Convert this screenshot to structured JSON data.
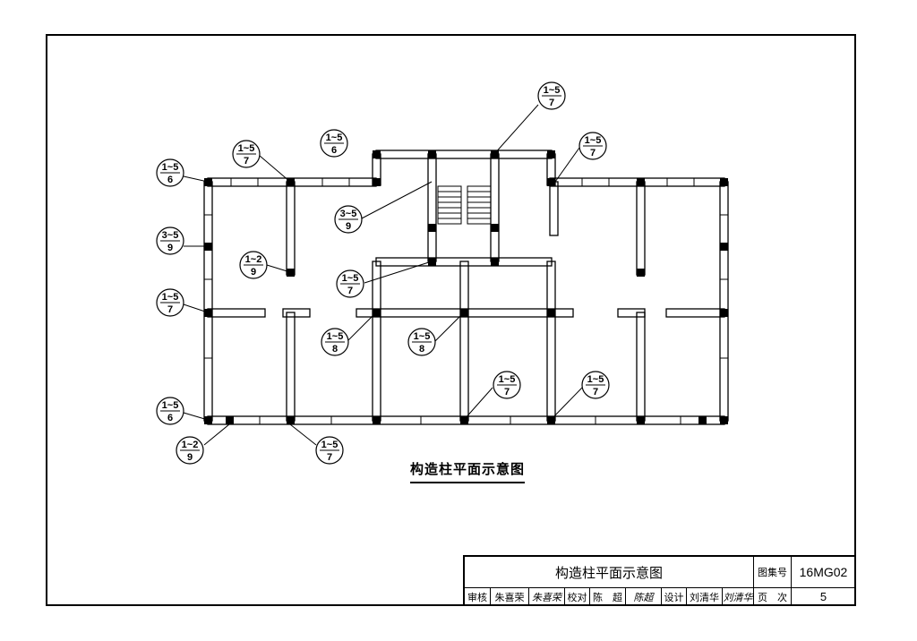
{
  "drawing_title": "构造柱平面示意图",
  "callouts": [
    {
      "id": "c1",
      "top": "1~5",
      "bottom": "7"
    },
    {
      "id": "c2",
      "top": "1~5",
      "bottom": "6"
    },
    {
      "id": "c3",
      "top": "1~5",
      "bottom": "7"
    },
    {
      "id": "c4",
      "top": "1~5",
      "bottom": "7"
    },
    {
      "id": "c5",
      "top": "1~5",
      "bottom": "6"
    },
    {
      "id": "c6",
      "top": "3~5",
      "bottom": "9"
    },
    {
      "id": "c7",
      "top": "3~5",
      "bottom": "9"
    },
    {
      "id": "c8",
      "top": "1~2",
      "bottom": "9"
    },
    {
      "id": "c9",
      "top": "1~5",
      "bottom": "7"
    },
    {
      "id": "c10",
      "top": "1~5",
      "bottom": "7"
    },
    {
      "id": "c11",
      "top": "1~5",
      "bottom": "8"
    },
    {
      "id": "c12",
      "top": "1~5",
      "bottom": "8"
    },
    {
      "id": "c13",
      "top": "1~5",
      "bottom": "7"
    },
    {
      "id": "c14",
      "top": "1~5",
      "bottom": "7"
    },
    {
      "id": "c15",
      "top": "1~5",
      "bottom": "6"
    },
    {
      "id": "c16",
      "top": "1~2",
      "bottom": "9"
    },
    {
      "id": "c17",
      "top": "1~5",
      "bottom": "7"
    }
  ],
  "title_block": {
    "title": "构造柱平面示意图",
    "atlas_no_label": "图集号",
    "atlas_no": "16MG02",
    "review_label": "审核",
    "reviewer": "朱喜荣",
    "reviewer_sig": "朱喜荣",
    "check_label": "校对",
    "checker": "陈　超",
    "checker_sig": "陈超",
    "design_label": "设计",
    "designer": "刘清华",
    "designer_sig": "刘清华",
    "page_label": "页　次",
    "page": "5"
  }
}
